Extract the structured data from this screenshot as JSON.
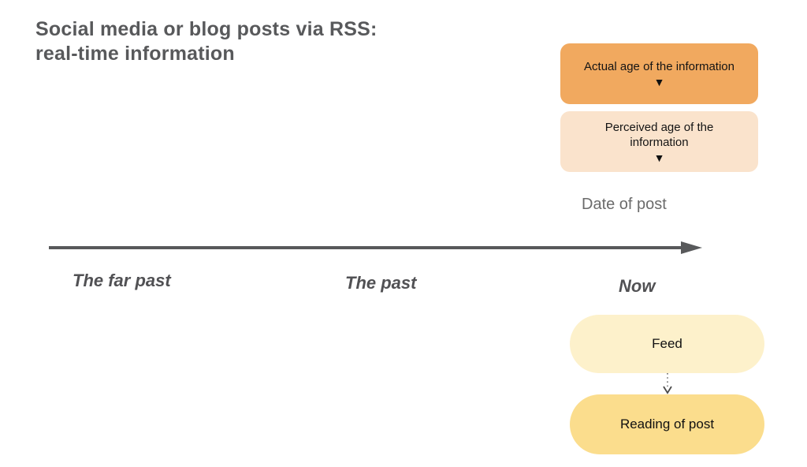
{
  "title": {
    "line1": "Social media or blog posts via RSS:",
    "line2": "real-time information"
  },
  "annotations": {
    "actual_age": {
      "label": "Actual age of the information",
      "pointer_icon": "▼"
    },
    "perceived_age": {
      "label": "Perceived age of the information",
      "pointer_icon": "▼"
    },
    "date_of_post": "Date of post"
  },
  "timeline": {
    "far_past": "The far past",
    "past": "The past",
    "now": "Now"
  },
  "flow": {
    "feed": "Feed",
    "reading": "Reading of post"
  },
  "colors": {
    "actual_age_bg": "#F1A95F",
    "perceived_age_bg": "#FAE3CC",
    "feed_bg": "#FDF1CB",
    "reading_bg": "#FBDD8D",
    "timeline": "#58595B",
    "title_text": "#58595B",
    "muted_text": "#6B6B6B",
    "box_text": "#141414"
  }
}
